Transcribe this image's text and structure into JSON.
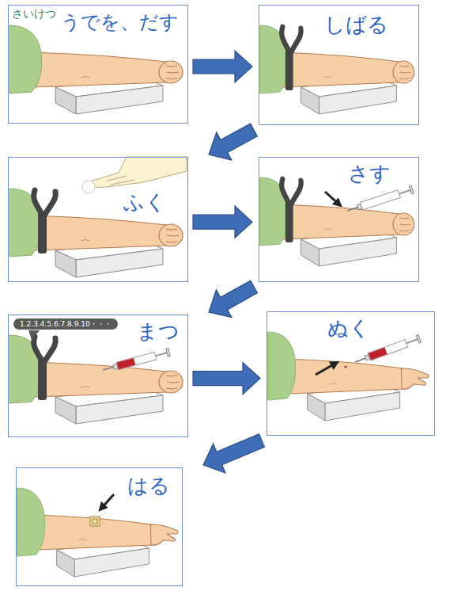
{
  "diagram": {
    "nodes": [
      {
        "text": [
          "さいけつ",
          "うでを、だす"
        ]
      },
      {
        "text": [
          "しばる"
        ]
      },
      {
        "text": [
          "ふく"
        ]
      },
      {
        "text": [
          "さす"
        ]
      },
      {
        "text": [
          "まつ"
        ]
      },
      {
        "text": [
          "1.2.3.4.5.6.7.8.9.10・・・"
        ],
        "in": 4
      },
      {
        "text": [
          "ぬく"
        ]
      },
      {
        "text": [
          "はる"
        ]
      }
    ],
    "edges": [
      {
        "from": 0,
        "to": 1,
        "arrow": "to"
      },
      {
        "from": 1,
        "to": 2,
        "arrow": "to"
      },
      {
        "from": 2,
        "to": 3,
        "arrow": "to"
      },
      {
        "from": 3,
        "to": 4,
        "arrow": "to"
      },
      {
        "from": 4,
        "to": 6,
        "arrow": "to"
      },
      {
        "from": 6,
        "to": 7,
        "arrow": "to"
      }
    ]
  }
}
